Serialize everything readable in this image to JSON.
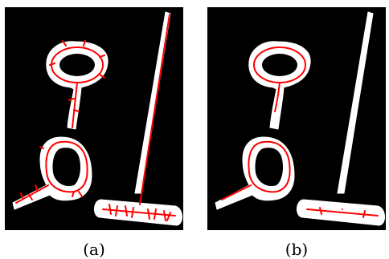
{
  "panels": [
    {
      "label": "(a)",
      "description_key": "skeleton-with-branches"
    },
    {
      "label": "(b)",
      "description_key": "pruned-skeleton"
    }
  ],
  "colors": {
    "background": "#000000",
    "shape": "#ffffff",
    "skeleton": "#ff0000"
  }
}
